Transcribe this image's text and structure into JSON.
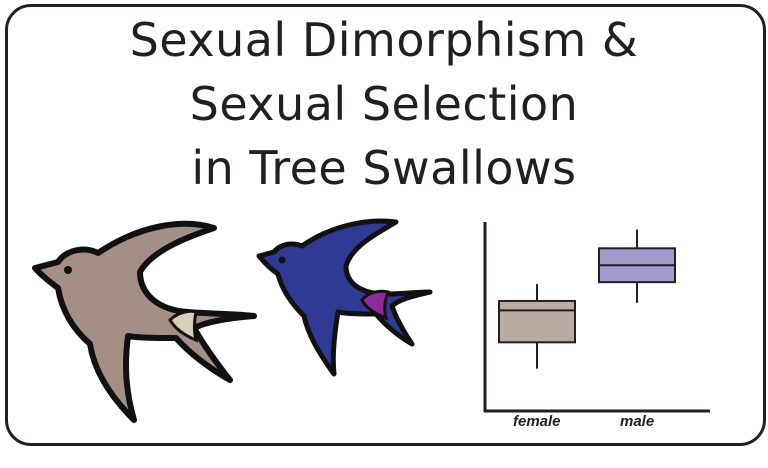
{
  "title": {
    "line1": "Sexual Dimorphism &",
    "line2": "Sexual Selection",
    "line3": "in Tree Swallows"
  },
  "illustrations": {
    "female_bird": {
      "icon": "swallow-female-icon",
      "body_color": "#a38f86",
      "patch_color": "#d9cfb8"
    },
    "male_bird": {
      "icon": "swallow-male-icon",
      "body_color": "#2e3a94",
      "patch_color": "#8e2a9b"
    }
  },
  "chart_data": {
    "type": "boxplot",
    "categories": [
      "female",
      "male"
    ],
    "colors": [
      "#b9aba4",
      "#a19bcb"
    ],
    "boxes": [
      {
        "category": "female",
        "whisker_low": 0.22,
        "q1": 0.36,
        "median": 0.53,
        "q3": 0.58,
        "whisker_high": 0.67
      },
      {
        "category": "male",
        "whisker_low": 0.57,
        "q1": 0.68,
        "median": 0.77,
        "q3": 0.86,
        "whisker_high": 0.96
      }
    ],
    "ylim": [
      0,
      1
    ],
    "xlabel": "",
    "ylabel": "",
    "grid": false
  }
}
